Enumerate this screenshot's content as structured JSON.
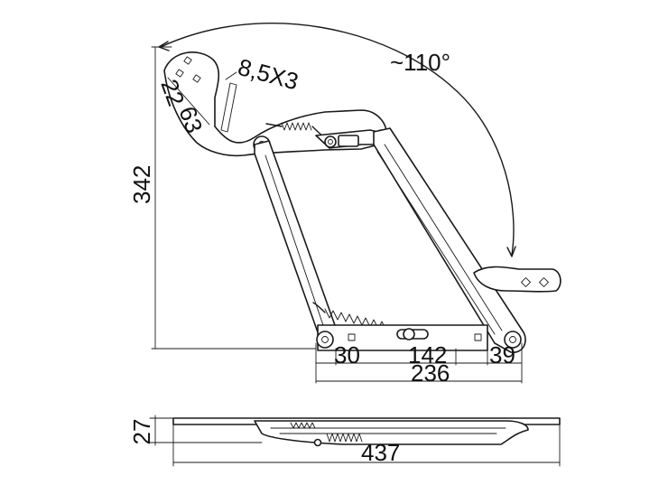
{
  "dimensions": {
    "height_open": "342",
    "angle": "~110°",
    "slot": "8,5X3",
    "hole_left": "22",
    "hole_right": "63",
    "base_offset_left": "30",
    "base_center": "142",
    "base_right": "39",
    "base_total": "236",
    "closed_height": "27",
    "closed_length": "437"
  },
  "colors": {
    "line": "#1a1a1a",
    "background": "#ffffff"
  }
}
